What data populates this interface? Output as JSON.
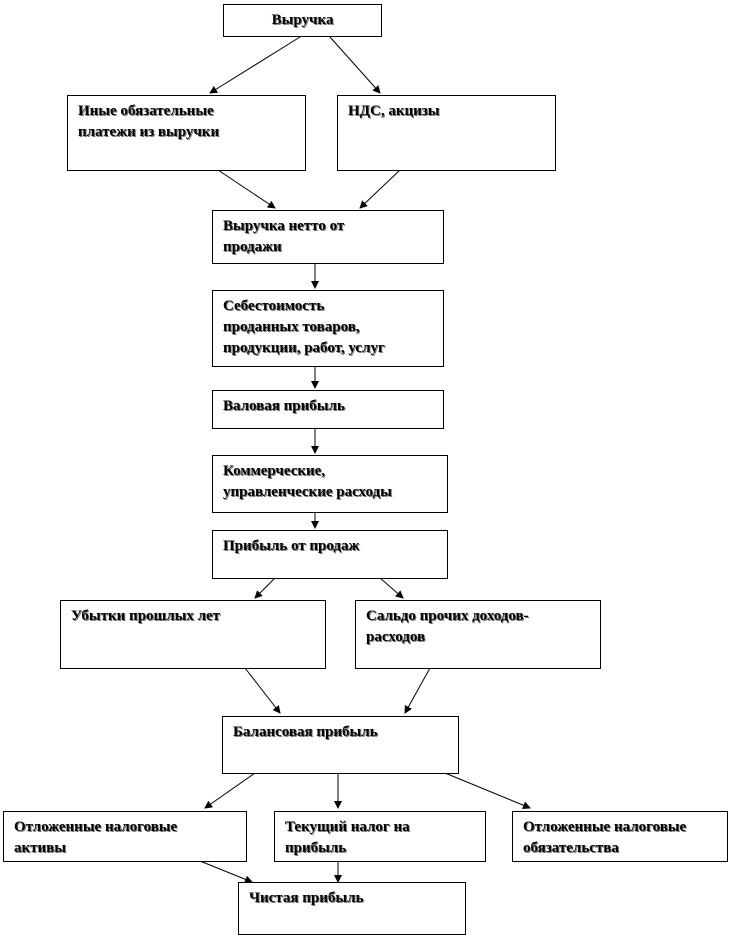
{
  "nodes": {
    "revenue": "Выручка",
    "other_payments": "Иные обязательные\nплатежи из выручки",
    "vat_excise": "НДС, акцизы",
    "net_revenue": "Выручка нетто от\nпродажи",
    "cost_of_sales": "Себестоимость\nпроданных товаров,\nпродукции, работ, услуг",
    "gross_profit": "Валовая прибыль",
    "commercial_expenses": "Коммерческие,\nуправленческие расходы",
    "sales_profit": "Прибыль от продаж",
    "prior_losses": "Убытки прошлых лет",
    "other_balance": "Сальдо прочих доходов-\nрасходов",
    "balance_profit": "Балансовая прибыль",
    "deferred_tax_assets": "Отложенные налоговые\nактивы",
    "current_tax": "Текущий налог на\nприбыль",
    "deferred_tax_liabilities": "Отложенные налоговые\nобязательства",
    "net_profit": "Чистая прибыль"
  }
}
